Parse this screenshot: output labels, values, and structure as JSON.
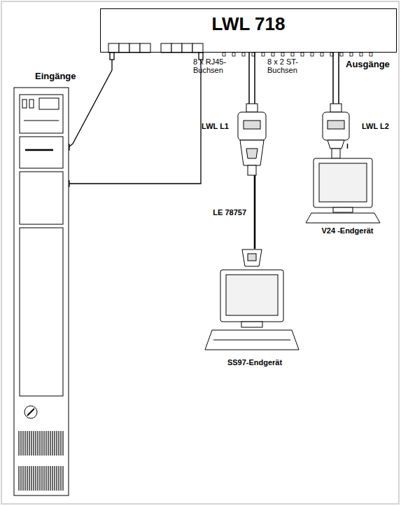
{
  "diagram": {
    "nodes": [
      {
        "text": [
          "LWL 718"
        ]
      },
      {
        "text": [
          "LWL L1"
        ]
      },
      {
        "text": [
          "LWL L2"
        ]
      },
      {
        "text": [
          "SS97-Endgerät"
        ]
      },
      {
        "text": [
          "V24 -Endgerät"
        ]
      }
    ],
    "edges": [
      {
        "from": 0,
        "to": 1,
        "arrow": "none"
      },
      {
        "from": 0,
        "to": 2,
        "arrow": "none"
      },
      {
        "from": 1,
        "to": 3,
        "label": "LE 78757",
        "arrow": "none"
      },
      {
        "from": 2,
        "to": 4,
        "arrow": "none"
      }
    ],
    "labels": [
      "Eingänge",
      "8 x RJ45- Buchsen",
      "8 x 2 ST- Buchsen",
      "Ausgänge"
    ]
  }
}
